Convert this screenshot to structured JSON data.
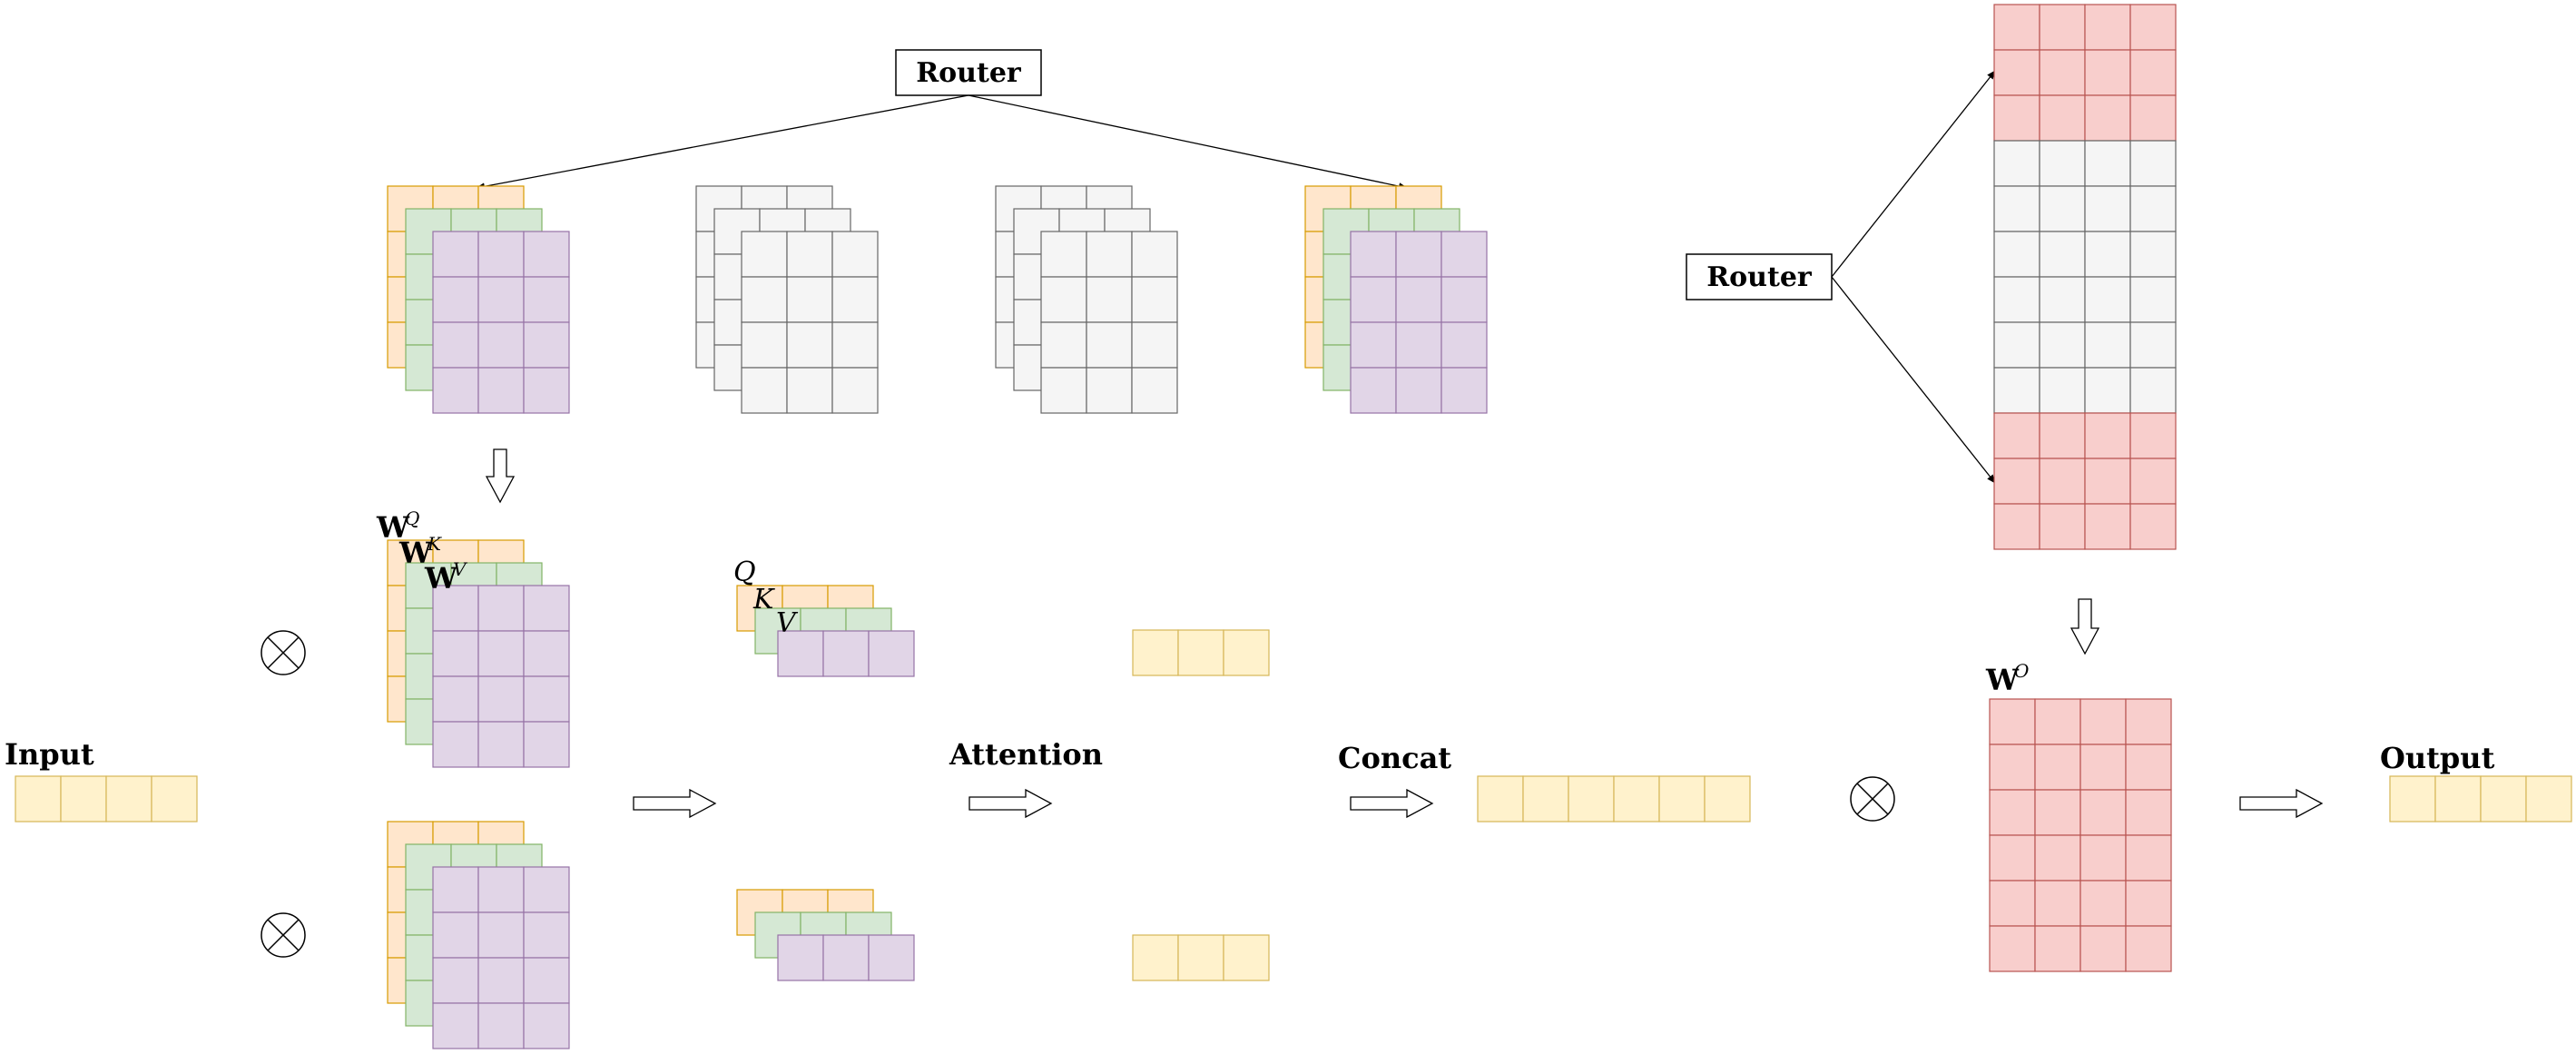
{
  "labels": {
    "router_top": "Router",
    "router_right": "Router",
    "input": "Input",
    "attention": "Attention",
    "concat": "Concat",
    "output": "Output",
    "w_letter": "W",
    "wq_sup": "Q",
    "wk_sup": "K",
    "wv_sup": "V",
    "wo_sup": "O",
    "q": "Q",
    "k": "K",
    "v": "V"
  },
  "colors": {
    "orange_fill": "#ffe6cc",
    "orange_stroke": "#d79b00",
    "green_fill": "#d5e8d4",
    "green_stroke": "#82b366",
    "purple_fill": "#e1d5e7",
    "purple_stroke": "#9673a6",
    "gray_fill": "#f5f5f5",
    "gray_stroke": "#666666",
    "yellow_fill": "#fff2cc",
    "yellow_stroke": "#d6b656",
    "red_fill": "#f8cecc",
    "red_stroke": "#b85450"
  }
}
